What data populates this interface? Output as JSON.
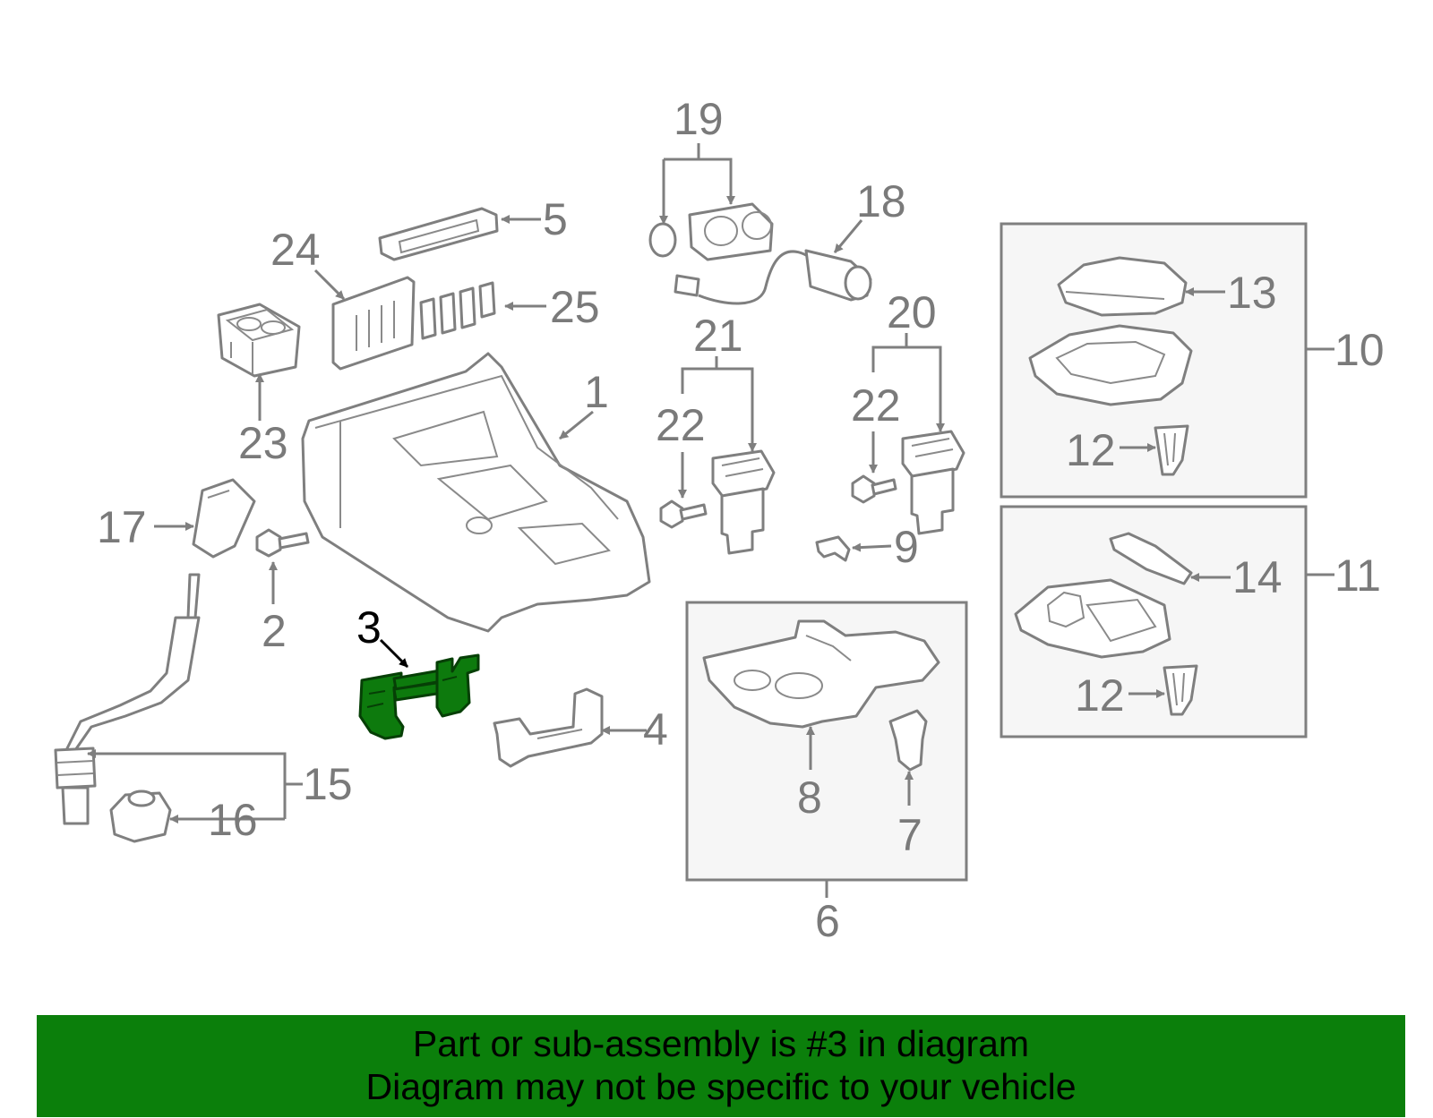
{
  "diagram": {
    "callouts": {
      "c1": "1",
      "c2": "2",
      "c3": "3",
      "c4": "4",
      "c5": "5",
      "c6": "6",
      "c7": "7",
      "c8": "8",
      "c9": "9",
      "c10": "10",
      "c11": "11",
      "c12a": "12",
      "c12b": "12",
      "c13": "13",
      "c14": "14",
      "c15": "15",
      "c16": "16",
      "c17": "17",
      "c18": "18",
      "c19": "19",
      "c20": "20",
      "c21": "21",
      "c22a": "22",
      "c22b": "22",
      "c23": "23",
      "c24": "24",
      "c25": "25"
    },
    "highlighted_part": "3",
    "colors": {
      "highlight": "#0d7a0d",
      "banner": "#0b7f0b",
      "line": "#7f7f7f"
    }
  },
  "banner": {
    "line1": "Part or sub-assembly is #3 in diagram",
    "line2": "Diagram may not be specific to your vehicle"
  }
}
